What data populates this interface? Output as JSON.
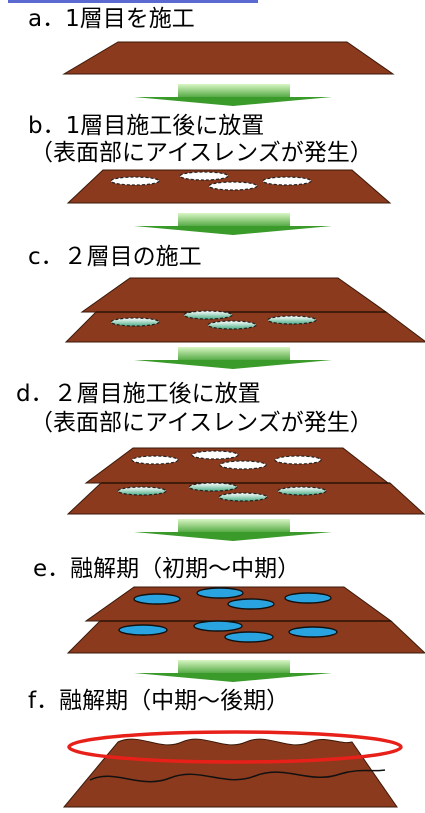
{
  "steps": [
    {
      "id": "a",
      "label": "a．1層目を施工",
      "sublabel": ""
    },
    {
      "id": "b",
      "label": "b．1層目施工後に放置",
      "sublabel": "（表面部にアイスレンズが発生）"
    },
    {
      "id": "c",
      "label": "c．２層目の施工",
      "sublabel": ""
    },
    {
      "id": "d",
      "label": "d．２層目施工後に放置",
      "sublabel": "（表面部にアイスレンズが発生）"
    },
    {
      "id": "e",
      "label": "e．融解期（初期〜中期）",
      "sublabel": ""
    },
    {
      "id": "f",
      "label": "f．融解期（中期〜後期）",
      "sublabel": ""
    }
  ],
  "colors": {
    "soil": "#8b3a1e",
    "soil_edge": "#3a1a0a",
    "arrow_light": "#c8f0b0",
    "arrow_dark": "#3a9a2a",
    "ice_lens_white": "#ffffff",
    "ice_lens_green": "#4fb08a",
    "water_blue": "#2aa4e0",
    "highlight_ring": "#e8201a",
    "header_bar": "#5a6ad0"
  },
  "icons": [
    "down-arrow-icon",
    "soil-layer-icon",
    "ice-lens-icon",
    "water-pocket-icon",
    "highlight-ellipse-icon"
  ]
}
